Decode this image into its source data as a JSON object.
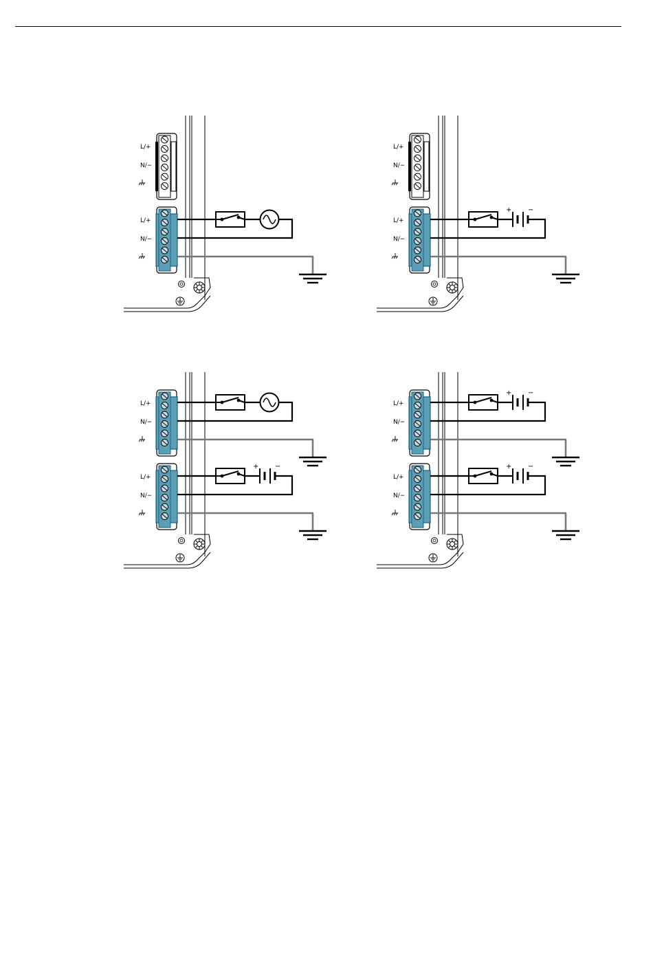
{
  "page": {
    "background": "#ffffff",
    "rule_color": "#000000"
  },
  "colors": {
    "terminal_active": "#5b9fb7",
    "terminal_active_edge": "#1f5f78",
    "wire_live": "#000000",
    "wire_earth": "#777777",
    "enclosure": "#000000"
  },
  "terminal_labels": {
    "live": "L/+",
    "neutral": "N/−"
  },
  "symbols": {
    "plus": "+",
    "minus": "−",
    "ground_terminal": "ground-terminal-icon",
    "earth": "earth-ground-icon",
    "ac_source": "ac-source-icon",
    "dc_source": "battery-icon",
    "switch": "switch-icon",
    "protective_earth": "protective-earth-icon"
  },
  "diagrams": [
    {
      "id": "a",
      "connectors": [
        {
          "active": false,
          "source": null
        },
        {
          "active": true,
          "source": "ac"
        }
      ]
    },
    {
      "id": "b",
      "connectors": [
        {
          "active": false,
          "source": null
        },
        {
          "active": true,
          "source": "dc"
        }
      ]
    },
    {
      "id": "c",
      "connectors": [
        {
          "active": true,
          "source": "ac"
        },
        {
          "active": true,
          "source": "dc"
        }
      ]
    },
    {
      "id": "d",
      "connectors": [
        {
          "active": true,
          "source": "dc"
        },
        {
          "active": true,
          "source": "dc"
        }
      ]
    }
  ]
}
